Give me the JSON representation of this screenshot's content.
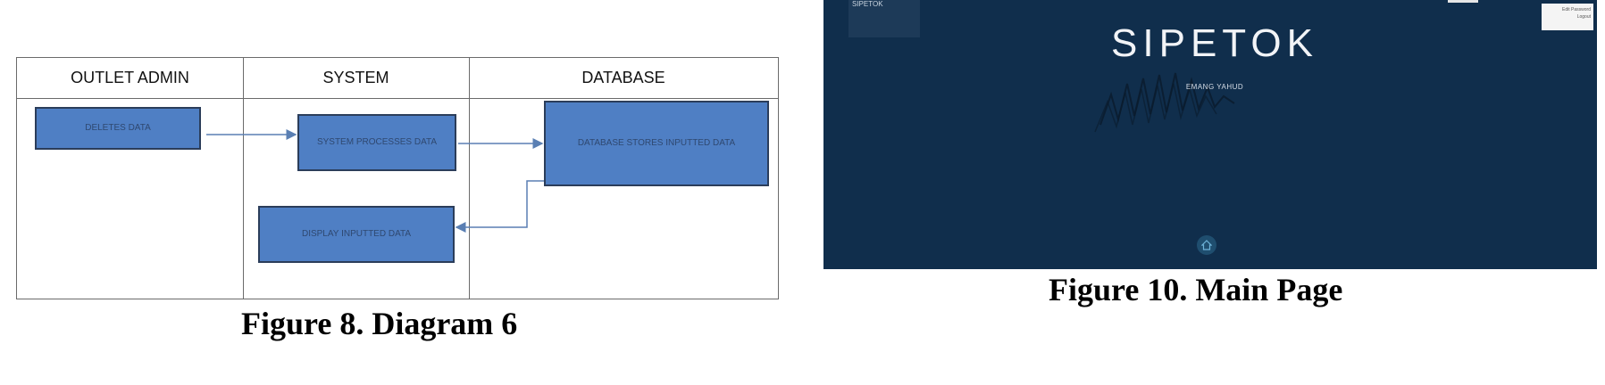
{
  "figure8": {
    "lanes": [
      "OUTLET ADMIN",
      "SYSTEM",
      "DATABASE"
    ],
    "boxes": {
      "deletes": "DELETES DATA",
      "processes": "SYSTEM PROCESSES DATA",
      "stores": "DATABASE STORES INPUTTED DATA",
      "display": "DISPLAY INPUTTED DATA"
    },
    "caption": "Figure 8. Diagram 6"
  },
  "figure10": {
    "logo_text": "SIPETOK",
    "title": "SIPETOK",
    "subtitle": "EMANG YAHUD",
    "panel_lines": [
      "Edit Password",
      "Logout"
    ],
    "home_icon": "home-icon",
    "colors": {
      "background": "#102e4c",
      "title": "#f2f4f7"
    },
    "caption": "Figure 10. Main Page"
  }
}
